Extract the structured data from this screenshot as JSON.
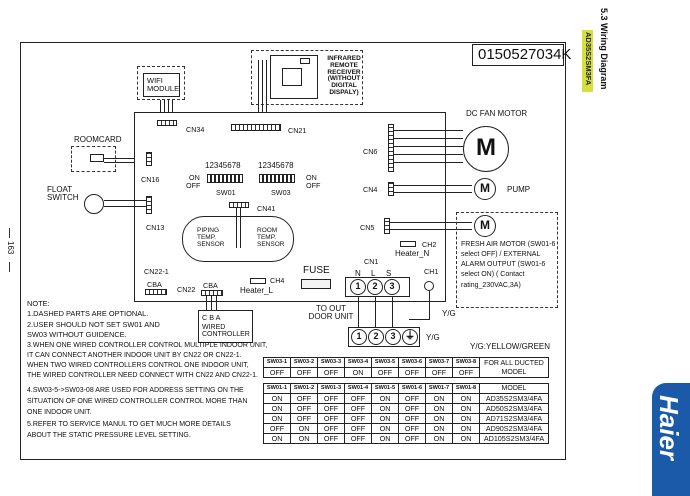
{
  "doc": {
    "section_title": "5.3 Wiring Diagram",
    "model_badge": "AD35S2SM3FA",
    "page_number": "163",
    "brand_logo": "Haier",
    "accent_yellow": "#d6e03a",
    "brand_blue": "#1a5aa8"
  },
  "diagram": {
    "part_number": "0150527034K",
    "components": {
      "wifi_module": "WIFI MODULE",
      "infrared_receiver": "INFRARED REMOTE RECEIVER (WITHOUT DIGITAL DISPALY)",
      "roomcard": "ROOMCARD",
      "float_switch": "FLOAT SWITCH",
      "dc_fan_motor": "DC FAN MOTOR",
      "pump": "PUMP",
      "fresh_air": "FRESH AIR MOTOR (SW01-6 select OFF) / EXTERNAL ALARM OUTPUT (SW01-6 select ON) ( Contact rating_230VAC,3A)",
      "piping_sensor": "PIPING TEMP. SENSOR",
      "room_sensor": "ROOM TEMP. SENSOR",
      "wired_controller": "WIRED CONTROLLER",
      "fuse": "FUSE",
      "heater_l": "Heater_L",
      "heater_n": "Heater_N",
      "to_outdoor": "TO OUT DOOR UNIT",
      "yg_note": "Y/G:YELLOW/GREEN",
      "yg": "Y/G",
      "motor_symbol": "M",
      "dip_numbers": "12345678",
      "on": "ON",
      "off": "OFF"
    },
    "connectors": {
      "cn34": "CN34",
      "cn21": "CN21",
      "cn16": "CN16",
      "cn13": "CN13",
      "sw01": "SW01",
      "sw03": "SW03",
      "cn41": "CN41",
      "cn6": "CN6",
      "cn4": "CN4",
      "cn5": "CN5",
      "ch2": "CH2",
      "cn22_1": "CN22-1",
      "cn22": "CN22",
      "cba": "CBA",
      "cba_spaced": "C B A",
      "ch4": "CH4",
      "cn1": "CN1",
      "ch1": "CH1",
      "nls": [
        "N",
        "L",
        "S"
      ],
      "terminals": [
        "1",
        "2",
        "3"
      ]
    }
  },
  "notes": [
    "NOTE:",
    "1.DASHED PARTS ARE OPTIONAL.",
    "2.USER SHOULD NOT SET SW01 AND",
    " SW03 WITHOUT GUIDENCE.",
    "3.WHEN ONE WIRED CONTROLLER CONTROL MULTIPLE INDOOR UNIT,",
    "IT CAN CONNECT ANOTHER INDOOR UNIT BY CN22 OR CN22-1.",
    "WHEN TWO WIRED CONTROLLERS CONTROL ONE INDOOR UNIT,",
    "THE WIRED CONTROLLER NEED CONNECT WITH CN22 AND CN22-1.",
    "4.SW03-5->SW03-08 ARE USED FOR ADDRESS SETTING ON THE",
    "SITUATION OF ONE WIRED CONTROLLER CONTROL MORE THAN",
    "ONE INDOOR UNIT.",
    "5.REFER TO SERVICE MANUL TO GET MUCH MORE DETAILS",
    "ABOUT THE STATIC PRESSURE LEVEL SETTING."
  ],
  "table_sw03": {
    "headers": [
      "SW03-1",
      "SW03-2",
      "SW03-3",
      "SW03-4",
      "SW03-5",
      "SW03-6",
      "SW03-7",
      "SW03-8"
    ],
    "values": [
      "OFF",
      "OFF",
      "OFF",
      "ON",
      "OFF",
      "OFF",
      "OFF",
      "OFF"
    ],
    "label": "FOR ALL DUCTED MODEL"
  },
  "table_sw01": {
    "headers": [
      "SW01-1",
      "SW01-2",
      "SW01-3",
      "SW01-4",
      "SW01-5",
      "SW01-6",
      "SW01-7",
      "SW01-8",
      "MODEL"
    ],
    "rows": [
      [
        "ON",
        "OFF",
        "OFF",
        "OFF",
        "ON",
        "OFF",
        "ON",
        "ON",
        "AD35S2SM3/4FA"
      ],
      [
        "ON",
        "OFF",
        "OFF",
        "OFF",
        "ON",
        "OFF",
        "ON",
        "ON",
        "AD50S2SM3/4FA"
      ],
      [
        "ON",
        "OFF",
        "OFF",
        "OFF",
        "ON",
        "OFF",
        "ON",
        "ON",
        "AD71S2SM3/4FA"
      ],
      [
        "OFF",
        "ON",
        "OFF",
        "OFF",
        "ON",
        "OFF",
        "ON",
        "ON",
        "AD90S2SM3/4FA"
      ],
      [
        "ON",
        "ON",
        "OFF",
        "OFF",
        "ON",
        "OFF",
        "ON",
        "ON",
        "AD105S2SM3/4FA"
      ]
    ]
  }
}
